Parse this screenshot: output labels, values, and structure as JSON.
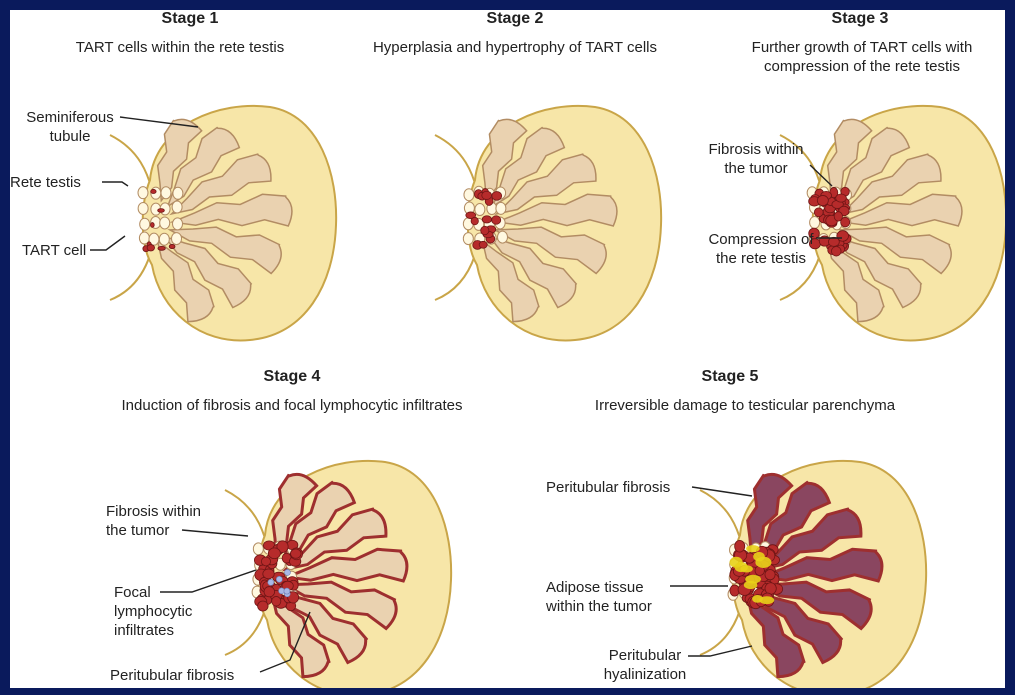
{
  "stages": [
    {
      "title": "Stage 1",
      "description": "TART cells within the rete testis",
      "labels": [
        "Seminiferous tubule",
        "Rete testis",
        "TART cell"
      ]
    },
    {
      "title": "Stage 2",
      "description": "Hyperplasia and hypertrophy of TART cells",
      "labels": []
    },
    {
      "title": "Stage 3",
      "description": "Further growth of TART cells with compression of the rete testis",
      "labels": [
        "Fibrosis within the tumor",
        "Compression of the rete testis"
      ]
    },
    {
      "title": "Stage 4",
      "description": "Induction of fibrosis and focal lymphocytic infiltrates",
      "labels": [
        "Fibrosis within the tumor",
        "Focal lymphocytic infiltrates",
        "Peritubular fibrosis"
      ]
    },
    {
      "title": "Stage 5",
      "description": "Irreversible damage to testicular parenchyma",
      "labels": [
        "Peritubular fibrosis",
        "Adipose tissue within the tumor",
        "Peritubular hyalinization"
      ]
    }
  ],
  "colors": {
    "border": "#0a1a5c",
    "capsule": "#f7e6a8",
    "capsule_stroke": "#c9a548",
    "tubule": "#ead2b0",
    "tubule_stroke": "#b28c63",
    "tart_cell": "#b62b2b",
    "fibrosis": "#9e2f2f",
    "lymphocyte": "#a9b8e6",
    "adipose": "#e8d11a",
    "hyalinization": "#8a4660"
  }
}
